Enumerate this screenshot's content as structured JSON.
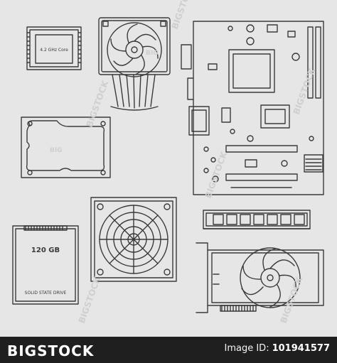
{
  "cpu": {
    "label": "4.2 GHz Core"
  },
  "ssd": {
    "capacity": "120 GB",
    "label": "SOLID STATE DRIVE"
  },
  "watermark": {
    "big": "BIG",
    "bigstock": "BIGSTOCK"
  },
  "footer": {
    "brand": "BIGSTOCK",
    "image_label": "Image ID:",
    "image_id": "101941577"
  },
  "colors": {
    "background": "#e6e6e6",
    "line": "#3a3a3a",
    "footer": "#1f1f1f"
  }
}
